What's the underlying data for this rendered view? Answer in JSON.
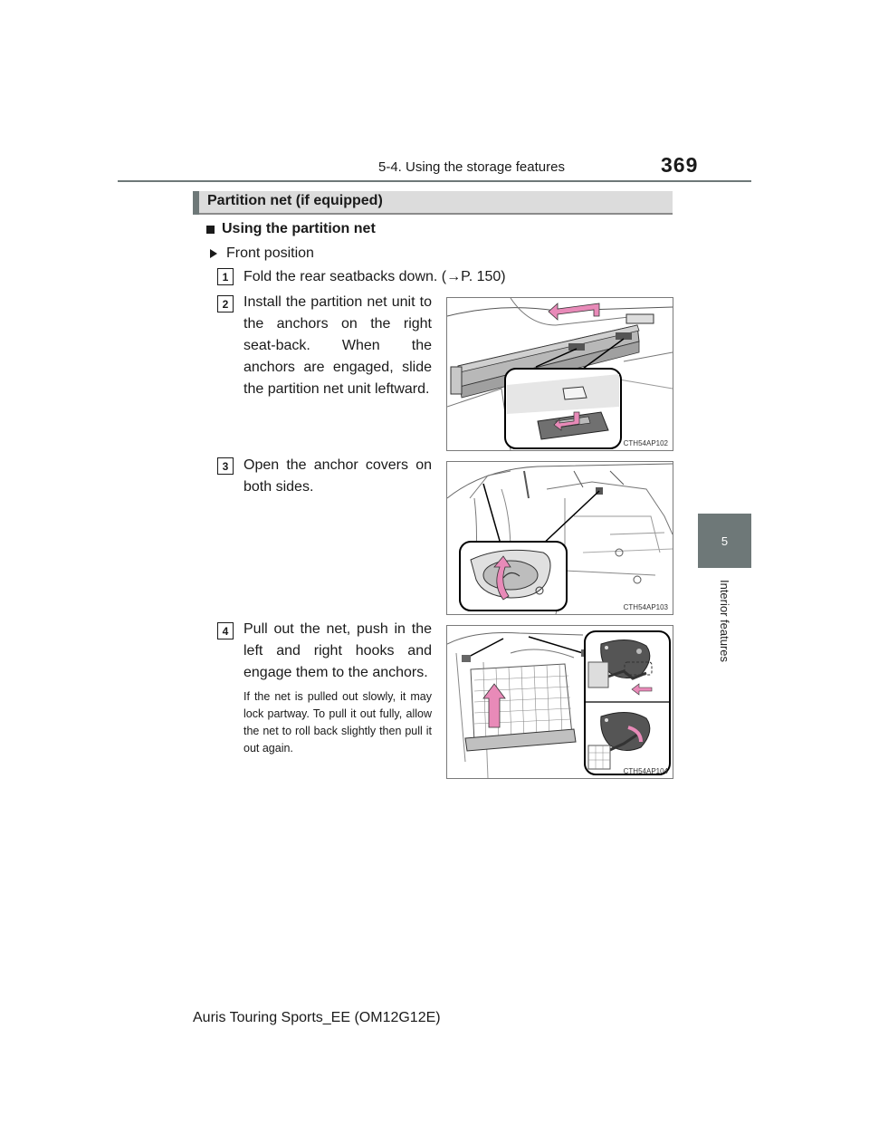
{
  "header": {
    "section_title": "5-4. Using the storage features",
    "page_number": "369"
  },
  "side_tab": {
    "chapter_number": "5",
    "chapter_label": "Interior features"
  },
  "section": {
    "title": "Partition net (if equipped)"
  },
  "subsection": {
    "title": "Using the partition net"
  },
  "position": {
    "label": "Front position"
  },
  "steps": [
    {
      "number": "1",
      "text": "Fold the rear seatbacks down. (→P. 150)"
    },
    {
      "number": "2",
      "text": "Install the partition net unit to the anchors on the right seat-back. When the anchors are engaged, slide the partition net unit leftward."
    },
    {
      "number": "3",
      "text": "Open the anchor covers on both sides."
    },
    {
      "number": "4",
      "text": "Pull out the net, push in the left and right hooks and engage them to the anchors."
    }
  ],
  "note": "If the net is pulled out slowly, it may lock partway. To pull it out fully, allow the net to roll back slightly then pull it out again.",
  "figures": [
    {
      "code": "CTH54AP102"
    },
    {
      "code": "CTH54AP103"
    },
    {
      "code": "CTH54AP104"
    }
  ],
  "footer": {
    "model_text": "Auris Touring Sports_EE (OM12G12E)"
  },
  "colors": {
    "tab_gray": "#6e7878",
    "section_bar_gray": "#dcdcdc",
    "arrow_pink": "#e88ab8"
  }
}
